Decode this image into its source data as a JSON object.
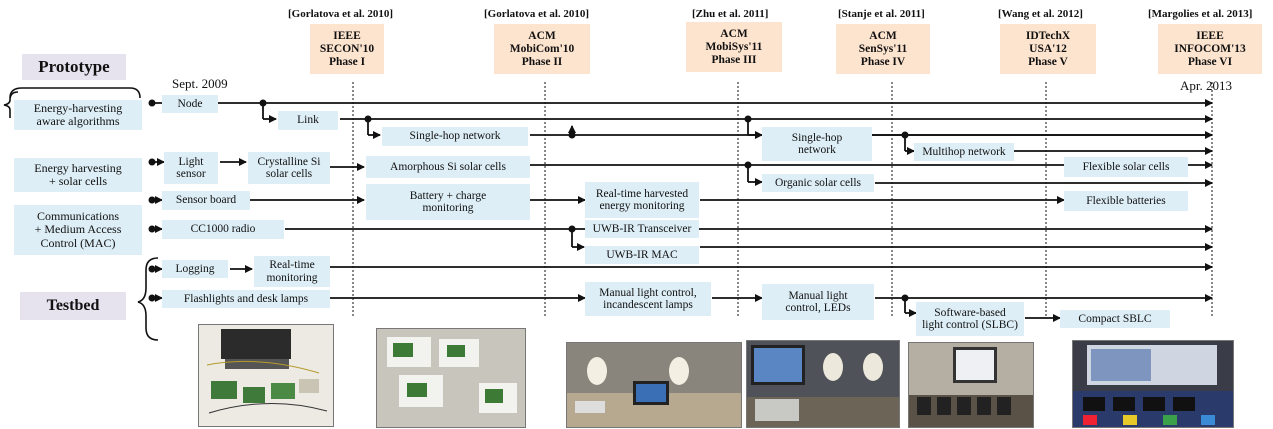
{
  "phases": [
    {
      "ref": "[Gorlatova et al. 2010]",
      "venue": "IEEE",
      "conf": "SECON'10",
      "phase": "Phase I"
    },
    {
      "ref": "[Gorlatova et al. 2010]",
      "venue": "ACM",
      "conf": "MobiCom'10",
      "phase": "Phase II"
    },
    {
      "ref": "[Zhu et al. 2011]",
      "venue": "ACM",
      "conf": "MobiSys'11",
      "phase": "Phase III"
    },
    {
      "ref": "[Stanje et al. 2011]",
      "venue": "ACM",
      "conf": "SenSys'11",
      "phase": "Phase IV"
    },
    {
      "ref": "[Wang et al. 2012]",
      "venue": "IDTechX",
      "conf": "USA'12",
      "phase": "Phase V"
    },
    {
      "ref": "[Margolies et al. 2013]",
      "venue": "IEEE",
      "conf": "INFOCOM'13",
      "phase": "Phase VI"
    }
  ],
  "groups": {
    "prototype": "Prototype",
    "testbed": "Testbed"
  },
  "dates": {
    "start": "Sept. 2009",
    "end": "Apr. 2013"
  },
  "categories": {
    "algorithms": [
      "Energy-harvesting",
      "aware algorithms"
    ],
    "solar": [
      "Energy harvesting",
      "+ solar cells"
    ],
    "mac": [
      "Communications",
      "+ Medium Access",
      "Control (MAC)"
    ]
  },
  "boxes": {
    "node": "Node",
    "link": "Link",
    "single_hop_1": "Single-hop network",
    "single_hop_2": [
      "Single-hop",
      "network"
    ],
    "multihop": "Multihop network",
    "light_sensor": [
      "Light",
      "sensor"
    ],
    "crystalline": [
      "Crystalline Si",
      "solar cells"
    ],
    "amorphous": "Amorphous Si solar cells",
    "organic": "Organic  solar cells",
    "flexible_solar": "Flexible solar cells",
    "sensor_board": "Sensor board",
    "battery": [
      "Battery + charge",
      "monitoring"
    ],
    "realtime_harvest": [
      "Real-time harvested",
      "energy monitoring"
    ],
    "flexible_batt": "Flexible batteries",
    "cc1000": "CC1000 radio",
    "uwb_trans": "UWB-IR Transceiver",
    "uwb_mac": "UWB-IR MAC",
    "logging": "Logging",
    "realtime_mon": [
      "Real-time",
      "monitoring"
    ],
    "flashlights": "Flashlights and desk lamps",
    "manual_incand": [
      "Manual light control,",
      "incandescent lamps"
    ],
    "manual_leds": [
      "Manual light",
      "control, LEDs"
    ],
    "sblc": [
      "Software-based",
      "light control (SLBC)"
    ],
    "compact": "Compact SBLC"
  },
  "photos": [
    {
      "name": "photo-phase-1-testbed",
      "bg": "#eae9e4"
    },
    {
      "name": "photo-phase-2-testbed",
      "bg": "#c9c6bd"
    },
    {
      "name": "photo-phase-3-testbed",
      "bg": "#8a857c"
    },
    {
      "name": "photo-phase-4-testbed",
      "bg": "#5b5e63"
    },
    {
      "name": "photo-phase-5-testbed",
      "bg": "#b5aea2"
    },
    {
      "name": "photo-phase-6-testbed",
      "bg": "#3a3d48"
    }
  ],
  "colors": {
    "phase_bg": "#fde4cf",
    "box_bg": "#ddeef6",
    "tag_bg": "#e6e3ee",
    "line": "#111111"
  }
}
